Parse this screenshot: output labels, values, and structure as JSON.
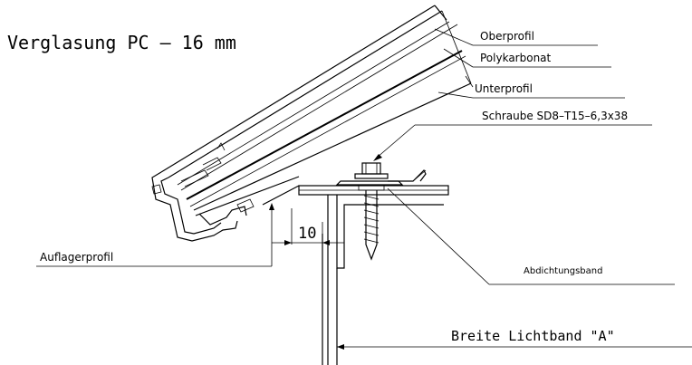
{
  "title": "Verglasung  PC – 16 mm",
  "labels": {
    "oberprofil": "Oberprofil",
    "polykarbonat": "Polykarbonat",
    "unterprofil": "Unterprofil",
    "schraube": "Schraube SD8–T15–6,3x38",
    "auflagerprofil": "Auflagerprofil",
    "abdichtungsband": "Abdichtungsband",
    "breite": "Breite Lichtband \"A\""
  },
  "dimension": {
    "value": "10"
  }
}
